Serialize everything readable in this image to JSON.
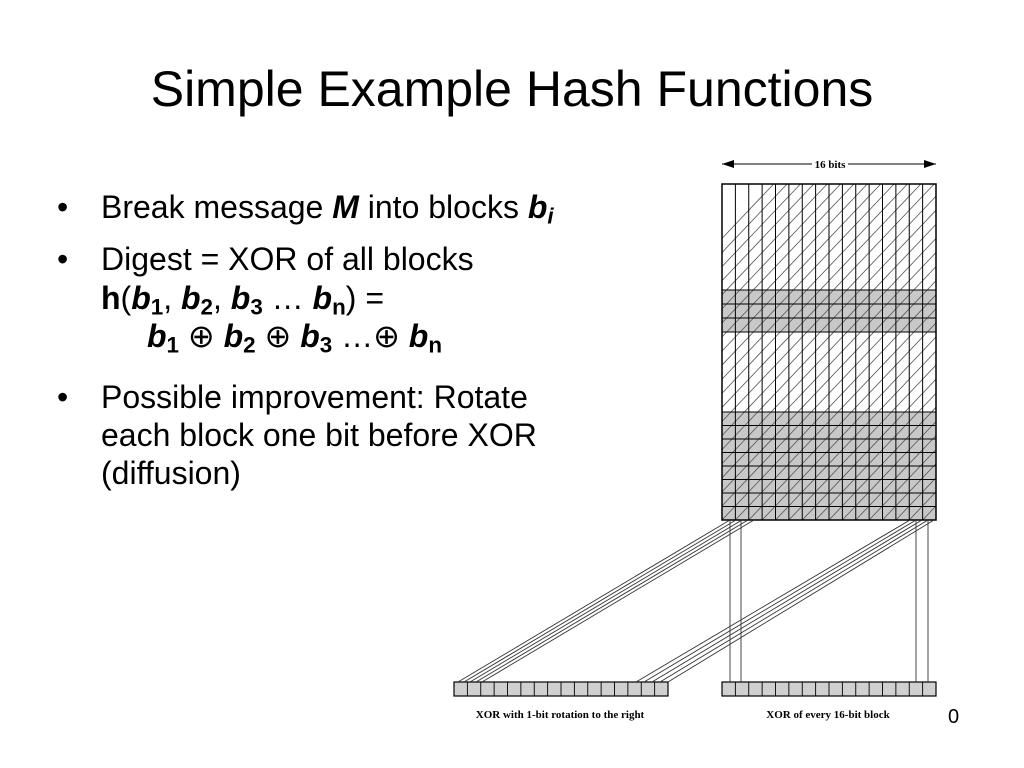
{
  "slide": {
    "title": "Simple Example Hash Functions",
    "page_number": "0"
  },
  "bullets": {
    "b1": {
      "pre": "Break message ",
      "m": "M",
      "mid": " into blocks ",
      "b": "b",
      "sub": "i"
    },
    "b2": {
      "line1": "Digest = XOR of all blocks",
      "h": "h",
      "paren_open": "(",
      "b": "b",
      "s1": "1",
      "s2": "2",
      "s3": "3",
      "sn": "n",
      "comma": ", ",
      "dots": " … ",
      "paren_close": ")",
      "eq": " =",
      "xor": " ⊕ ",
      "dots_xor": " …⊕ "
    },
    "b3": {
      "line1": "Possible improvement: Rotate",
      "line2": "each block one bit before XOR",
      "line3": "(diffusion)"
    }
  },
  "figure": {
    "width_label": "16 bits",
    "caption_left": "XOR with 1-bit rotation to the right",
    "caption_right": "XOR of every 16-bit block"
  }
}
